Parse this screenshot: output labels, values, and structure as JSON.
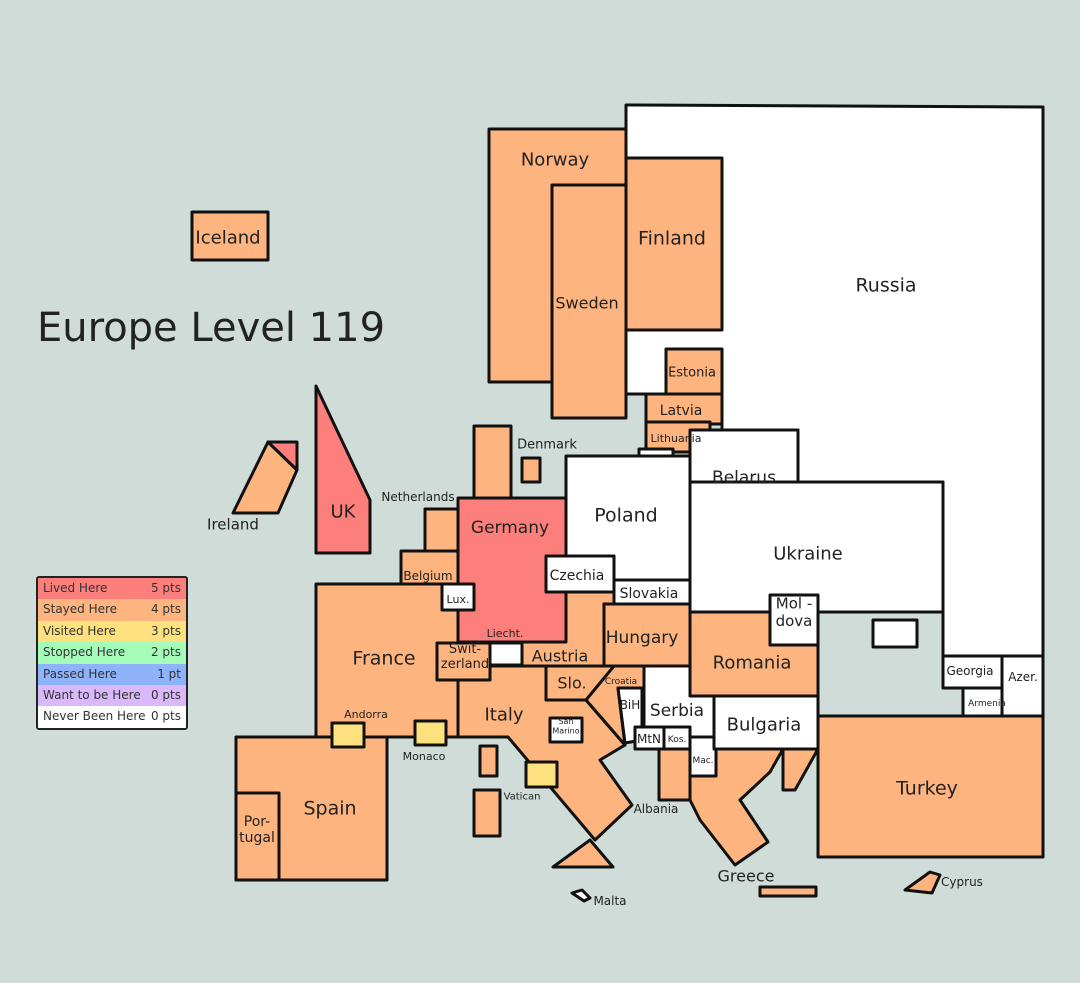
{
  "title": "Europe Level 119",
  "colors": {
    "lived": "#fd7f7c",
    "stayed": "#fdb47e",
    "visited": "#fde17e",
    "stopped": "#a5fcb9",
    "passed": "#8eb3fa",
    "want": "#d9b8fb",
    "never": "#ffffff",
    "sea": "#cfdcd8"
  },
  "legend": [
    {
      "status": "lived",
      "label": "Lived Here",
      "points": "5 pts"
    },
    {
      "status": "stayed",
      "label": "Stayed Here",
      "points": "4 pts"
    },
    {
      "status": "visited",
      "label": "Visited Here",
      "points": "3 pts"
    },
    {
      "status": "stopped",
      "label": "Stopped Here",
      "points": "2 pts"
    },
    {
      "status": "passed",
      "label": "Passed Here",
      "points": "1 pt"
    },
    {
      "status": "want",
      "label": "Want to be Here",
      "points": "0 pts"
    },
    {
      "status": "never",
      "label": "Never Been Here",
      "points": "0 pts"
    }
  ],
  "countries": [
    {
      "id": "russia",
      "label": [
        "Russia"
      ],
      "status": "never"
    },
    {
      "id": "norway",
      "label": [
        "Norway"
      ],
      "status": "stayed"
    },
    {
      "id": "sweden",
      "label": [
        "Sweden"
      ],
      "status": "stayed"
    },
    {
      "id": "finland",
      "label": [
        "Finland"
      ],
      "status": "stayed"
    },
    {
      "id": "iceland",
      "label": [
        "Iceland"
      ],
      "status": "stayed"
    },
    {
      "id": "estonia",
      "label": [
        "Estonia"
      ],
      "status": "stayed"
    },
    {
      "id": "latvia",
      "label": [
        "Latvia"
      ],
      "status": "stayed"
    },
    {
      "id": "lithuania",
      "label": [
        "Lithuania"
      ],
      "status": "stayed"
    },
    {
      "id": "kaliningrad",
      "label": [],
      "status": "never"
    },
    {
      "id": "denmark",
      "label": [
        "Denmark"
      ],
      "status": "stayed"
    },
    {
      "id": "denmark-island",
      "label": [],
      "status": "stayed"
    },
    {
      "id": "belarus",
      "label": [
        "Belarus"
      ],
      "status": "never"
    },
    {
      "id": "poland",
      "label": [
        "Poland"
      ],
      "status": "never"
    },
    {
      "id": "ukraine",
      "label": [
        "Ukraine"
      ],
      "status": "never"
    },
    {
      "id": "crimea",
      "label": [],
      "status": "never"
    },
    {
      "id": "uk",
      "label": [
        "UK"
      ],
      "status": "lived"
    },
    {
      "id": "ireland",
      "label": [
        "Ireland"
      ],
      "status": "stayed"
    },
    {
      "id": "northern-ireland",
      "label": [],
      "status": "lived"
    },
    {
      "id": "netherlands",
      "label": [
        "Netherlands"
      ],
      "status": "stayed"
    },
    {
      "id": "belgium",
      "label": [
        "Belgium"
      ],
      "status": "stayed"
    },
    {
      "id": "germany",
      "label": [
        "Germany"
      ],
      "status": "lived"
    },
    {
      "id": "luxembourg",
      "label": [
        "Lux."
      ],
      "status": "never"
    },
    {
      "id": "france",
      "label": [
        "France"
      ],
      "status": "stayed"
    },
    {
      "id": "czechia",
      "label": [
        "Czechia"
      ],
      "status": "never"
    },
    {
      "id": "slovakia",
      "label": [
        "Slovakia"
      ],
      "status": "never"
    },
    {
      "id": "austria",
      "label": [
        "Austria"
      ],
      "status": "stayed"
    },
    {
      "id": "hungary",
      "label": [
        "Hungary"
      ],
      "status": "stayed"
    },
    {
      "id": "switzerland",
      "label": [
        "Swit-",
        "zerland"
      ],
      "status": "stayed"
    },
    {
      "id": "liechtenstein",
      "label": [
        "Liecht."
      ],
      "status": "never"
    },
    {
      "id": "romania",
      "label": [
        "Romania"
      ],
      "status": "stayed"
    },
    {
      "id": "moldova",
      "label": [
        "Mol -",
        "dova"
      ],
      "status": "never"
    },
    {
      "id": "italy",
      "label": [
        "Italy"
      ],
      "status": "stayed"
    },
    {
      "id": "sicily",
      "label": [],
      "status": "stayed"
    },
    {
      "id": "sardinia",
      "label": [],
      "status": "stayed"
    },
    {
      "id": "corsica",
      "label": [],
      "status": "stayed"
    },
    {
      "id": "slovenia",
      "label": [
        "Slo."
      ],
      "status": "stayed"
    },
    {
      "id": "croatia",
      "label": [
        "Croatia"
      ],
      "status": "stayed"
    },
    {
      "id": "bih",
      "label": [
        "BiH"
      ],
      "status": "never"
    },
    {
      "id": "serbia",
      "label": [
        "Serbia"
      ],
      "status": "never"
    },
    {
      "id": "montenegro",
      "label": [
        "MtN"
      ],
      "status": "never"
    },
    {
      "id": "kosovo",
      "label": [
        "Kos."
      ],
      "status": "never"
    },
    {
      "id": "macedonia",
      "label": [
        "Mac."
      ],
      "status": "never"
    },
    {
      "id": "bulgaria",
      "label": [
        "Bulgaria"
      ],
      "status": "never"
    },
    {
      "id": "albania",
      "label": [
        "Albania"
      ],
      "status": "stayed"
    },
    {
      "id": "greece",
      "label": [
        "Greece"
      ],
      "status": "stayed"
    },
    {
      "id": "greece-east",
      "label": [],
      "status": "stayed"
    },
    {
      "id": "crete",
      "label": [],
      "status": "stayed"
    },
    {
      "id": "san-marino",
      "label": [
        "San",
        "Marino"
      ],
      "status": "never"
    },
    {
      "id": "vatican",
      "label": [
        "Vatican"
      ],
      "status": "visited"
    },
    {
      "id": "spain",
      "label": [
        "Spain"
      ],
      "status": "stayed"
    },
    {
      "id": "portugal",
      "label": [
        "Por-",
        "tugal"
      ],
      "status": "stayed"
    },
    {
      "id": "andorra",
      "label": [
        "Andorra"
      ],
      "status": "visited"
    },
    {
      "id": "monaco",
      "label": [
        "Monaco"
      ],
      "status": "visited"
    },
    {
      "id": "turkey",
      "label": [
        "Turkey"
      ],
      "status": "stayed"
    },
    {
      "id": "georgia",
      "label": [
        "Georgia"
      ],
      "status": "never"
    },
    {
      "id": "armenia",
      "label": [
        "Armenia"
      ],
      "status": "never"
    },
    {
      "id": "azerbaijan",
      "label": [
        "Azer."
      ],
      "status": "never"
    },
    {
      "id": "cyprus",
      "label": [
        "Cyprus"
      ],
      "status": "stayed"
    },
    {
      "id": "malta",
      "label": [
        "Malta"
      ],
      "status": "never"
    }
  ]
}
